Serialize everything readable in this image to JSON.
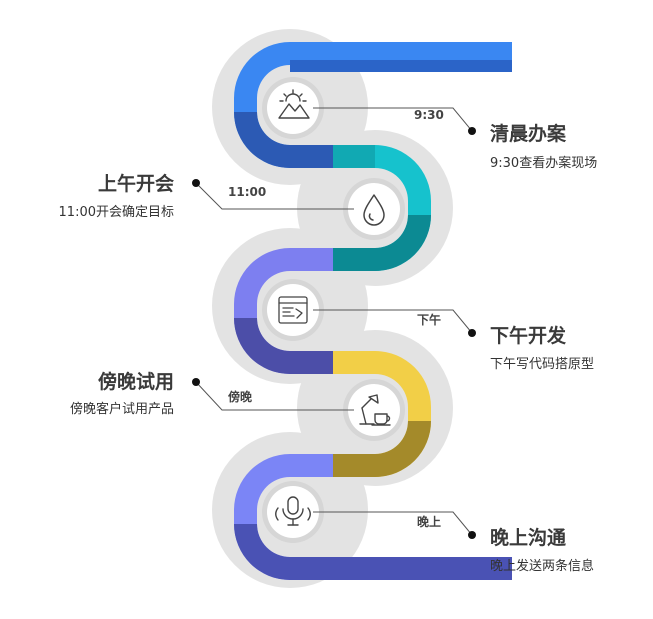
{
  "steps": [
    {
      "title": "清晨办案",
      "sub": "9:30查看办案现场",
      "time": "9:30",
      "icon": "sunrise-mountain-icon",
      "color": "#2f7cf0"
    },
    {
      "title": "上午开会",
      "sub": "11:00开会确定目标",
      "time": "11:00",
      "icon": "water-drop-icon",
      "color": "#1cc0cc"
    },
    {
      "title": "下午开发",
      "sub": "下午写代码搭原型",
      "time": "下午",
      "icon": "code-window-icon",
      "color": "#7a7ef2"
    },
    {
      "title": "傍晚试用",
      "sub": "傍晚客户试用产品",
      "time": "傍晚",
      "icon": "desk-lamp-coffee-icon",
      "color": "#f3cf45"
    },
    {
      "title": "晚上沟通",
      "sub": "晚上发送两条信息",
      "time": "晚上",
      "icon": "microphone-icon",
      "color": "#7b83f5"
    }
  ]
}
